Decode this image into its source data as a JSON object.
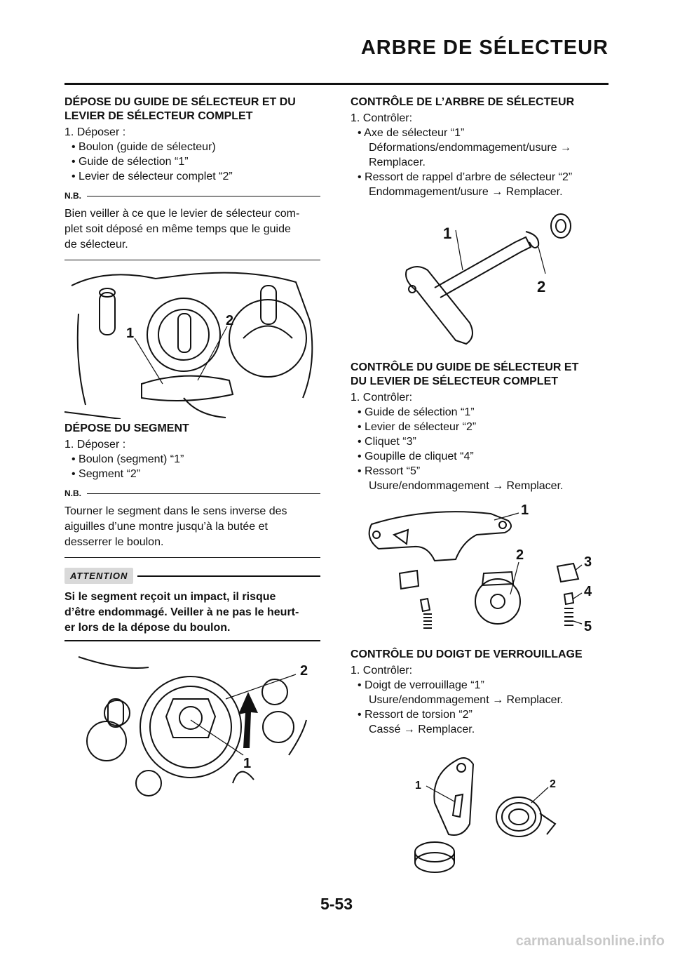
{
  "header": {
    "title": "ARBRE DE SÉLECTEUR"
  },
  "left": {
    "s1_title_1": "DÉPOSE DU GUIDE DE SÉLECTEUR ET DU",
    "s1_title_2": "LEVIER DE SÉLECTEUR COMPLET",
    "s1_step": "1.  Déposer :",
    "s1_b1": "• Boulon (guide de sélecteur)",
    "s1_b2": "• Guide de sélection “1”",
    "s1_b3": "• Levier de sélecteur complet “2”",
    "nb_label": "N.B.",
    "s1_nb_1": "Bien veiller à ce que le levier de sélecteur com-",
    "s1_nb_2": "plet soit déposé en même temps que le guide",
    "s1_nb_3": "de sélecteur.",
    "fig1_c1": "1",
    "fig1_c2": "2",
    "s2_title": "DÉPOSE DU SEGMENT",
    "s2_step": "1.  Déposer :",
    "s2_b1": "• Boulon (segment) “1”",
    "s2_b2": "• Segment “2”",
    "s2_nb_1": "Tourner le segment dans le sens inverse des",
    "s2_nb_2": "aiguilles d’une montre jusqu’à la butée et",
    "s2_nb_3": "desserrer le boulon.",
    "att_label": "ATTENTION",
    "att_1": "Si le segment reçoit un impact, il risque",
    "att_2": "d’être endommagé. Veiller à ne pas le heurt-",
    "att_3": "er lors de la dépose du boulon.",
    "fig2_c1": "1",
    "fig2_c2": "2"
  },
  "right": {
    "s3_title": "CONTRÔLE DE L’ARBRE DE SÉLECTEUR",
    "s3_step": "1.  Contrôler:",
    "s3_b1": "• Axe de sélecteur “1”",
    "s3_b1a": "Déformations/endommagement/usure →",
    "s3_b1b": "Remplacer.",
    "s3_b2": "• Ressort de rappel d’arbre de sélecteur “2”",
    "s3_b2a": "Endommagement/usure → Remplacer.",
    "fig3_c1": "1",
    "fig3_c2": "2",
    "s4_title_1": "CONTRÔLE DU GUIDE DE SÉLECTEUR ET",
    "s4_title_2": "DU LEVIER DE SÉLECTEUR COMPLET",
    "s4_step": "1.  Contrôler:",
    "s4_b1": "• Guide de sélection “1”",
    "s4_b2": "• Levier de sélecteur “2”",
    "s4_b3": "• Cliquet “3”",
    "s4_b4": "• Goupille de cliquet “4”",
    "s4_b5": "• Ressort “5”",
    "s4_b5a": "Usure/endommagement → Remplacer.",
    "fig4_c1": "1",
    "fig4_c2": "2",
    "fig4_c3": "3",
    "fig4_c4": "4",
    "fig4_c5": "5",
    "s5_title": "CONTRÔLE DU DOIGT DE VERROUILLAGE",
    "s5_step": "1.  Contrôler:",
    "s5_b1": "• Doigt de verrouillage “1”",
    "s5_b1a": "Usure/endommagement → Remplacer.",
    "s5_b2": "• Ressort de torsion “2”",
    "s5_b2a": "Cassé → Remplacer.",
    "fig5_c1": "1",
    "fig5_c2": "2"
  },
  "footer": {
    "page": "5-53",
    "watermark": "carmanualsonline.info"
  }
}
